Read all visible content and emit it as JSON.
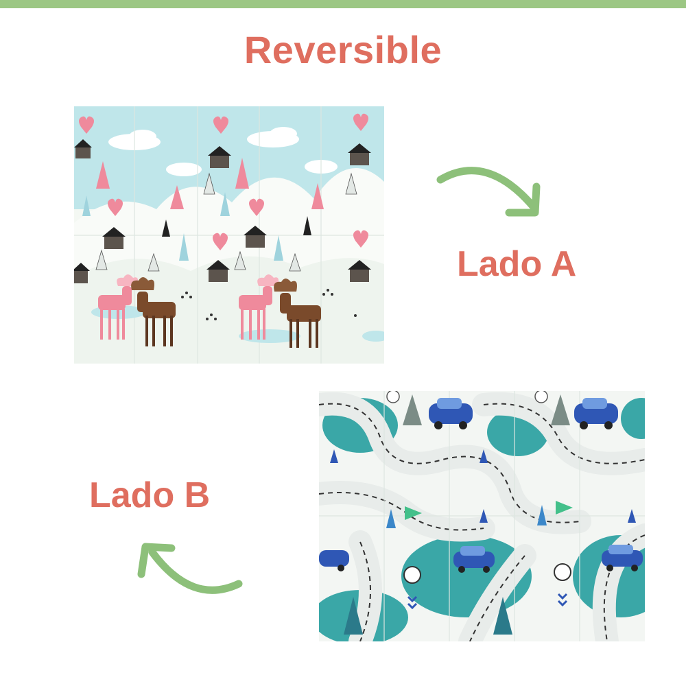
{
  "colors": {
    "accent_text": "#df6e5f",
    "arrow_green": "#8dc07a",
    "top_bar": "#9cc784",
    "mat_a_sky": "#bfe6ea",
    "mat_a_snow": "#f4f8f3",
    "mat_a_pink": "#ef8a9c",
    "mat_a_moose_brown": "#7a4a2b",
    "mat_b_teal": "#3aa7a7",
    "mat_b_road": "#e8ecea",
    "mat_b_car_blue": "#2f57b5"
  },
  "heading": "Reversible",
  "side_a": {
    "label": "Lado A"
  },
  "side_b": {
    "label": "Lado B"
  },
  "icons": {
    "arrow_a": "curved-arrow-down-right-icon",
    "arrow_b": "curved-arrow-up-left-icon"
  }
}
